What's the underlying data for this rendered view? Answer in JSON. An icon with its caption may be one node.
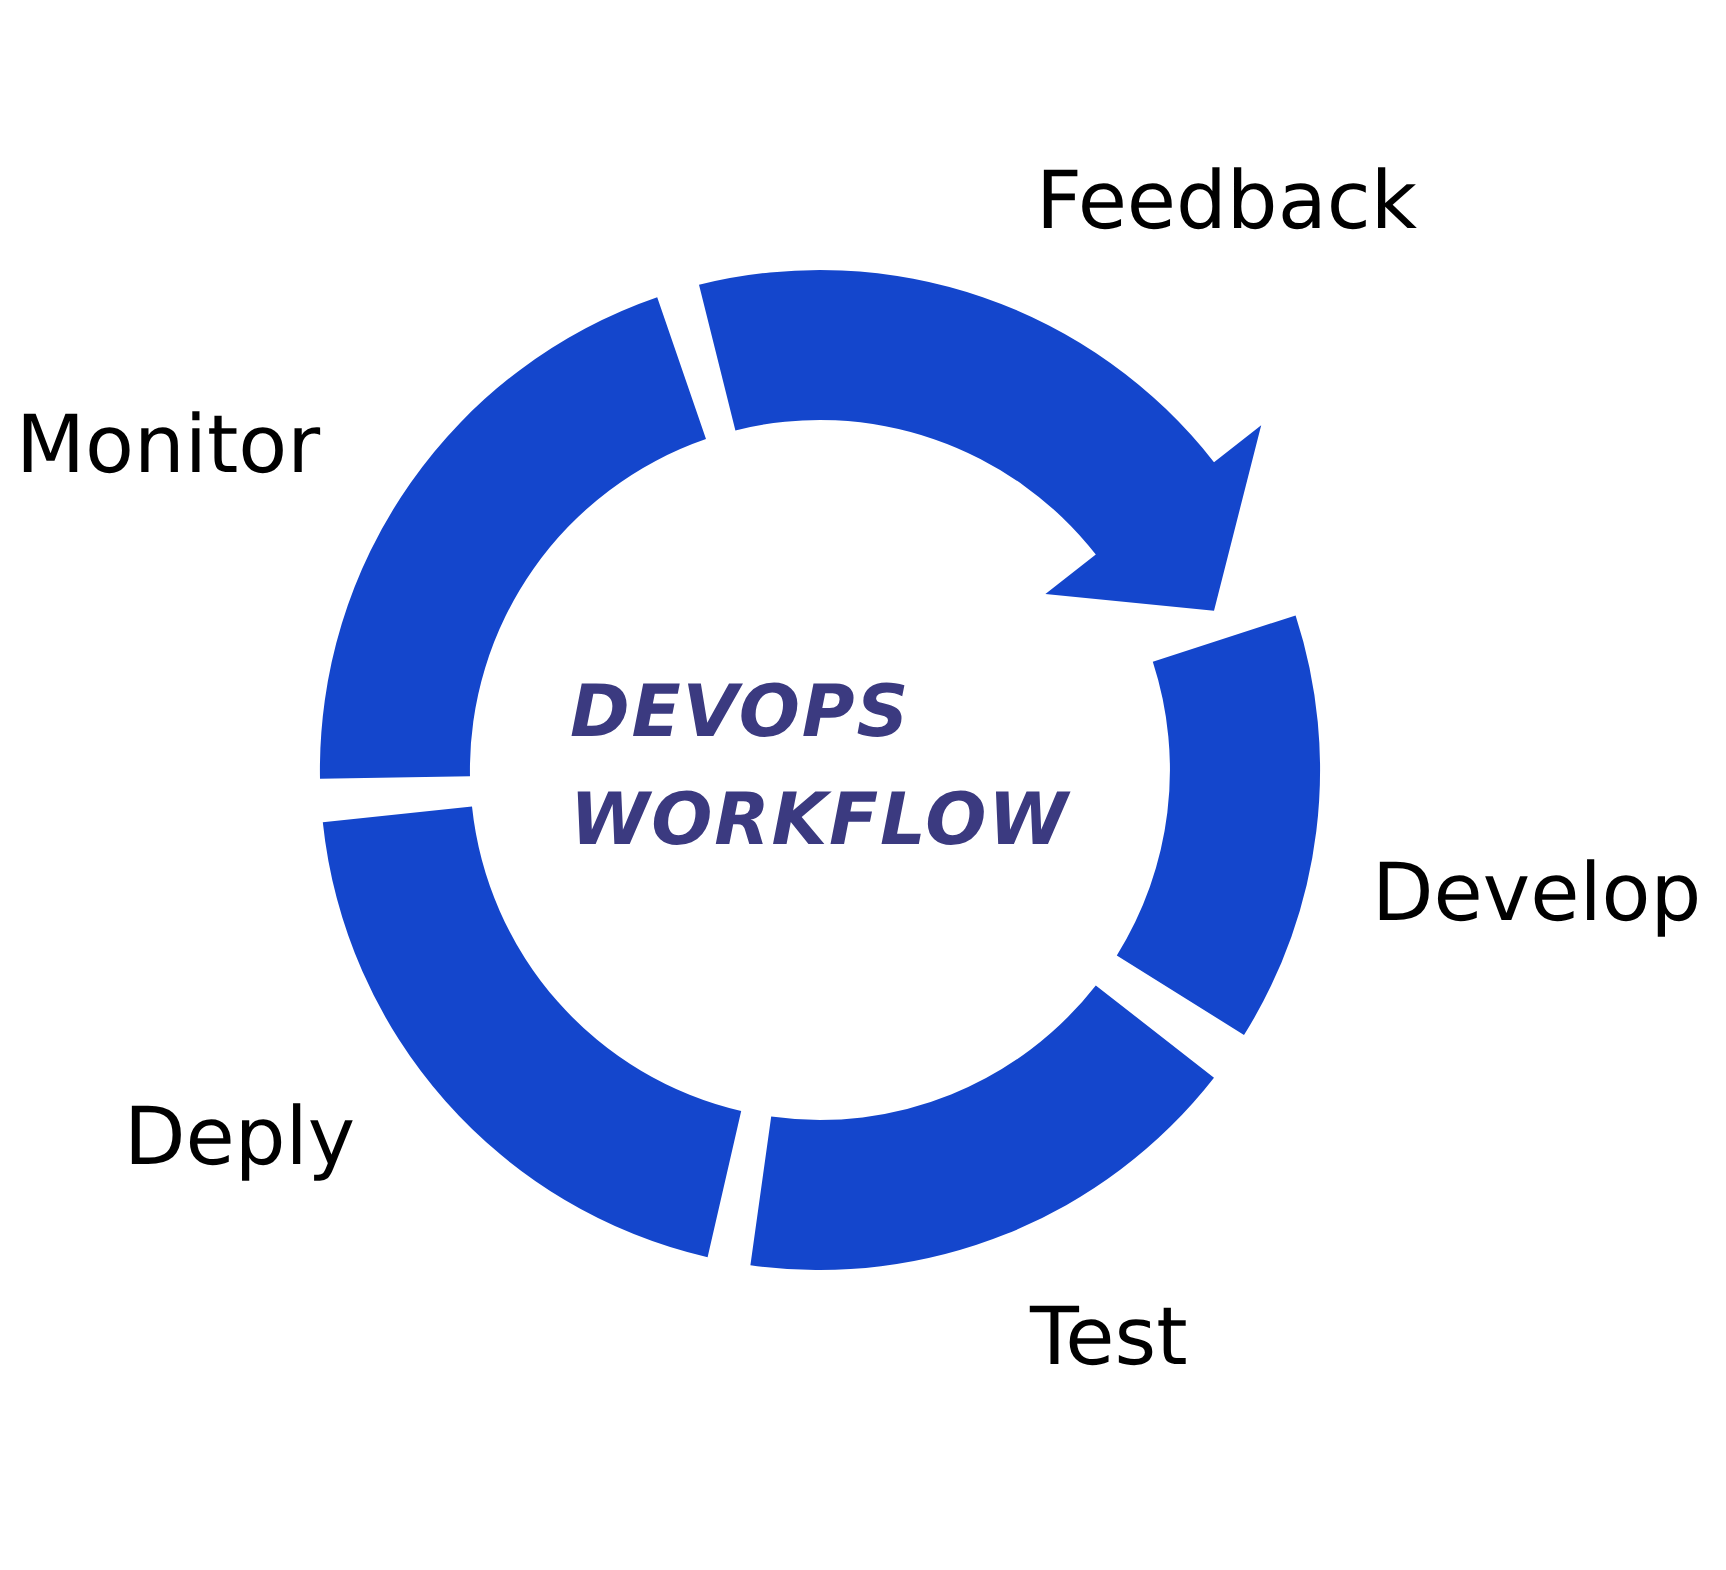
{
  "diagram": {
    "title": "DEVOPS WORKFLOW",
    "nodes": [
      {
        "text": [],
        "shape": "arc",
        "beside": [
          "Feedback"
        ]
      },
      {
        "text": [],
        "shape": "arc",
        "beside": [
          "Monitor"
        ]
      },
      {
        "text": [],
        "shape": "arc",
        "beside": [
          "Develop"
        ]
      },
      {
        "text": [],
        "shape": "arc",
        "beside": [
          "Deply"
        ]
      },
      {
        "text": [],
        "shape": "arc",
        "beside": [
          "Test"
        ]
      }
    ]
  }
}
